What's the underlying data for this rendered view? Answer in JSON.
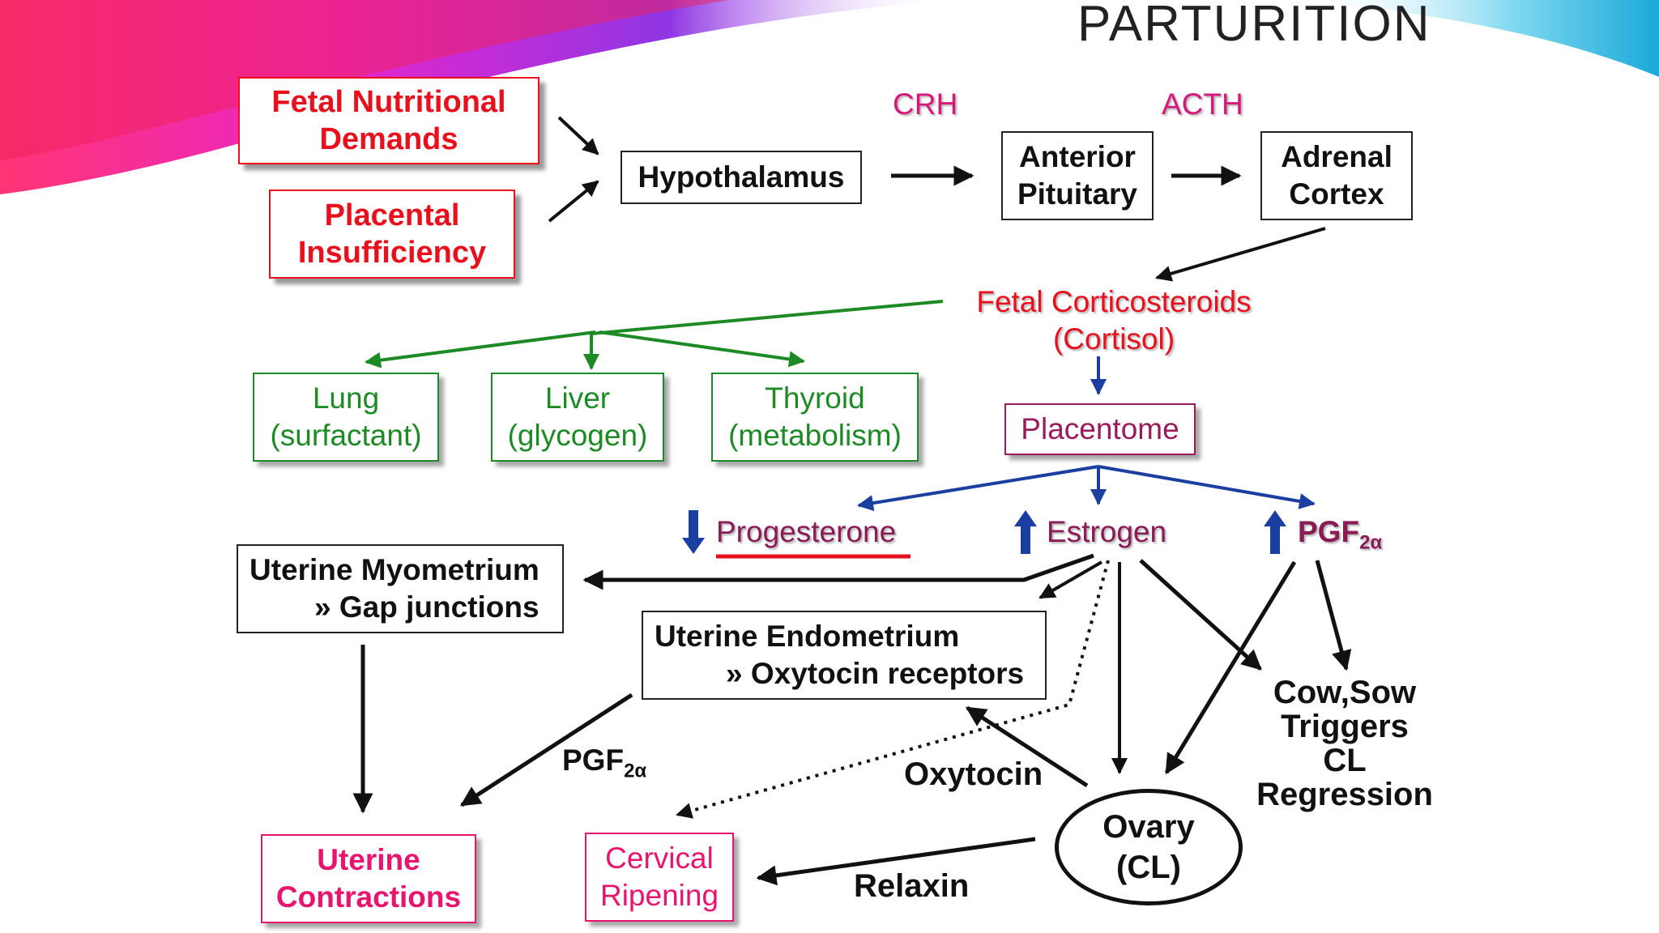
{
  "title": "PARTURITION",
  "nodes": {
    "fetal_nutritional": [
      "Fetal Nutritional",
      "Demands"
    ],
    "placental_insufficiency": [
      "Placental",
      "Insufficiency"
    ],
    "hypothalamus": "Hypothalamus",
    "anterior_pituitary": [
      "Anterior",
      "Pituitary"
    ],
    "adrenal_cortex": [
      "Adrenal",
      "Cortex"
    ],
    "fetal_corticosteroids": [
      "Fetal Corticosteroids",
      "(Cortisol)"
    ],
    "lung": [
      "Lung",
      "(surfactant)"
    ],
    "liver": [
      "Liver",
      "(glycogen)"
    ],
    "thyroid": [
      "Thyroid",
      "(metabolism)"
    ],
    "placentome": "Placentome",
    "progesterone": "Progesterone",
    "estrogen": "Estrogen",
    "pgf_main": "PGF",
    "pgf_sub": "2α",
    "uterine_myometrium": [
      "Uterine Myometrium",
      "»  Gap junctions"
    ],
    "uterine_endometrium": [
      "Uterine Endometrium",
      "»  Oxytocin receptors"
    ],
    "uterine_contractions": [
      "Uterine",
      "Contractions"
    ],
    "cervical_ripening": [
      "Cervical",
      "Ripening"
    ],
    "ovary": [
      "Ovary",
      "(CL)"
    ],
    "cow_sow": [
      "Cow,Sow",
      "Triggers",
      "CL",
      "Regression"
    ]
  },
  "edge_labels": {
    "crh": "CRH",
    "acth": "ACTH",
    "pgf_main": "PGF",
    "pgf_sub": "2α",
    "oxytocin": "Oxytocin",
    "relaxin": "Relaxin"
  },
  "colors": {
    "alert_red": "#e8101c",
    "organ_green": "#1d8a25",
    "hormone_magenta": "#d6187a",
    "placenta_plum": "#9a1b5a",
    "change_arrow_blue": "#1b3fa0",
    "flow_black": "#111111"
  }
}
